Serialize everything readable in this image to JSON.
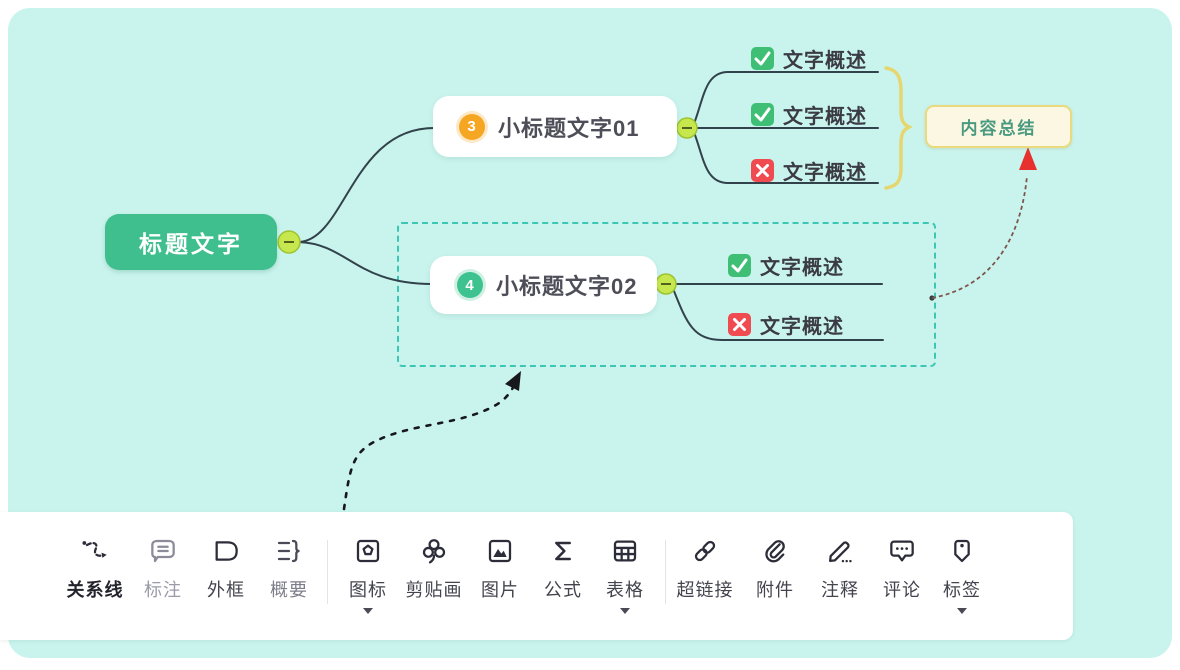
{
  "mindmap": {
    "root": {
      "label": "标题文字"
    },
    "branches": [
      {
        "badge": "3",
        "label": "小标题文字01",
        "children": [
          {
            "icon": "check",
            "label": "文字概述"
          },
          {
            "icon": "check",
            "label": "文字概述"
          },
          {
            "icon": "cross",
            "label": "文字概述"
          }
        ]
      },
      {
        "badge": "4",
        "label": "小标题文字02",
        "children": [
          {
            "icon": "check",
            "label": "文字概述"
          },
          {
            "icon": "cross",
            "label": "文字概述"
          }
        ]
      }
    ],
    "summary": {
      "label": "内容总结"
    },
    "colors": {
      "panel_bg": "#c9f4ed",
      "root_bg": "#3fbf8e",
      "badge_orange": "#f5a623",
      "badge_green": "#3ec28f",
      "check_green": "#3fbe75",
      "cross_red": "#f04b50",
      "connector_fill": "#c6e84e",
      "branch_line": "#32424b",
      "brace_yellow": "#e6d66f",
      "summary_bg": "#fcf7e2",
      "summary_border": "#eada7e",
      "summary_text": "#4a9a82",
      "selection_dash": "#3cc6b4",
      "arrow_red": "#e6312e"
    }
  },
  "toolbar": {
    "groups": [
      {
        "items": [
          {
            "label": "关系线",
            "icon": "relationship-line-icon",
            "dropdown": false
          },
          {
            "label": "标注",
            "icon": "callout-icon",
            "dropdown": false
          },
          {
            "label": "外框",
            "icon": "outer-frame-icon",
            "dropdown": false
          },
          {
            "label": "概要",
            "icon": "summary-icon",
            "dropdown": false
          }
        ]
      },
      {
        "items": [
          {
            "label": "图标",
            "icon": "icon-marker-icon",
            "dropdown": true
          },
          {
            "label": "剪贴画",
            "icon": "clipart-icon",
            "dropdown": false
          },
          {
            "label": "图片",
            "icon": "image-icon",
            "dropdown": false
          },
          {
            "label": "公式",
            "icon": "formula-icon",
            "dropdown": false
          },
          {
            "label": "表格",
            "icon": "table-icon",
            "dropdown": true
          }
        ]
      },
      {
        "items": [
          {
            "label": "超链接",
            "icon": "hyperlink-icon",
            "dropdown": false
          },
          {
            "label": "附件",
            "icon": "attachment-icon",
            "dropdown": false
          },
          {
            "label": "注释",
            "icon": "note-icon",
            "dropdown": false
          },
          {
            "label": "评论",
            "icon": "comment-icon",
            "dropdown": false
          },
          {
            "label": "标签",
            "icon": "tag-icon",
            "dropdown": true
          }
        ]
      }
    ]
  }
}
